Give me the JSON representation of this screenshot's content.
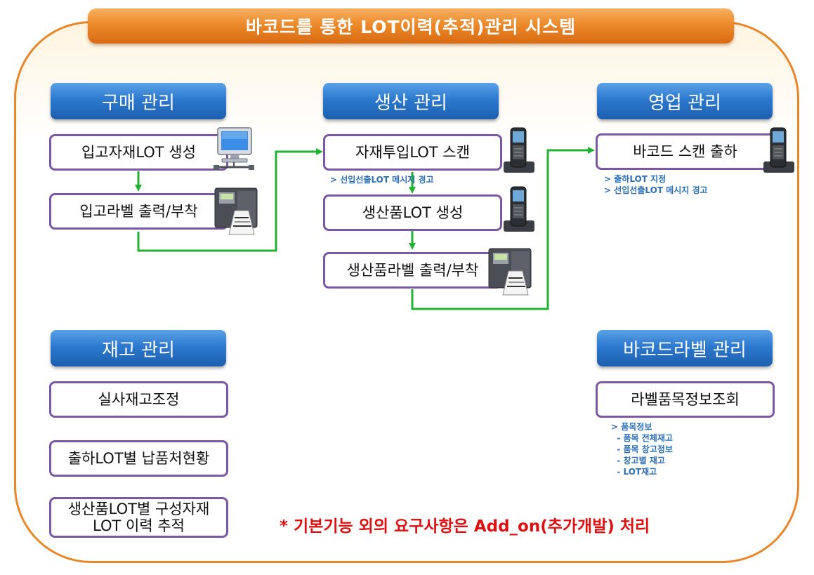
{
  "title": "바코드를 통한 LOT이력(추적)관리 시스템",
  "sections": {
    "purchase": {
      "header": "구매 관리",
      "step1": "입고자재LOT 생성",
      "step2": "입고라벨 출력/부착"
    },
    "production": {
      "header": "생산 관리",
      "step1": "자재투입LOT 스캔",
      "step1_note": "> 선입선출LOT 메시지 경고",
      "step2": "생산품LOT 생성",
      "step3": "생산품라벨 출력/부착"
    },
    "sales": {
      "header": "영업 관리",
      "step1": "바코드 스캔 출하",
      "notes": [
        "> 출하LOT 지정",
        "> 선입선출LOT 메시지 경고"
      ]
    },
    "inventory": {
      "header": "재고 관리",
      "step1": "실사재고조정",
      "step2": "출하LOT별 납품처현황",
      "step3_line1": "생산품LOT별 구성자재",
      "step3_line2": "LOT 이력 추적"
    },
    "barcode_label": {
      "header": "바코드라벨 관리",
      "step1": "라벨품목정보조회",
      "notes": [
        "> 품목정보",
        "  - 품목 전체재고",
        "  - 품목 창고정보",
        "  - 창고별 재고",
        "  - LOT재고"
      ]
    }
  },
  "footer_note": "* 기본기능 외의 요구사항은 Add_on(추가개발) 처리",
  "colors": {
    "frame": "#e8862a",
    "header_blue": "#2c79cf",
    "step_border": "#7b57a6",
    "arrow_green": "#22b231",
    "note_blue": "#2a6fb8",
    "footer_red": "#e01010"
  },
  "icons": [
    "computer-icon",
    "barcode-printer-icon",
    "handheld-scanner-icon"
  ]
}
